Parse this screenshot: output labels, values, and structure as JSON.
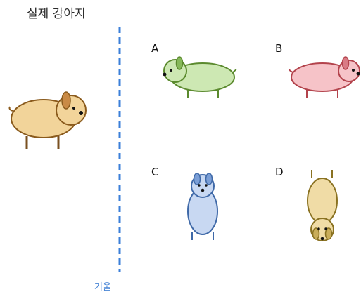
{
  "title": "실제 강아지",
  "mirror_label": "거울",
  "options": [
    {
      "id": "A",
      "label": "A"
    },
    {
      "id": "B",
      "label": "B"
    },
    {
      "id": "C",
      "label": "C"
    },
    {
      "id": "D",
      "label": "D"
    }
  ],
  "colors": {
    "mirror_line": "#3b7fd9",
    "real_dog_fill": "#f2d49a",
    "real_dog_stroke": "#8a5a1c",
    "real_dog_ear": "#c98a45",
    "option_a_fill": "#cde8b3",
    "option_a_stroke": "#5b8a2e",
    "option_b_fill": "#f6c3c8",
    "option_b_stroke": "#b3434c",
    "option_c_fill": "#c8d8f2",
    "option_c_stroke": "#3f69a8",
    "option_d_fill": "#f0dca6",
    "option_d_stroke": "#8a7222"
  }
}
